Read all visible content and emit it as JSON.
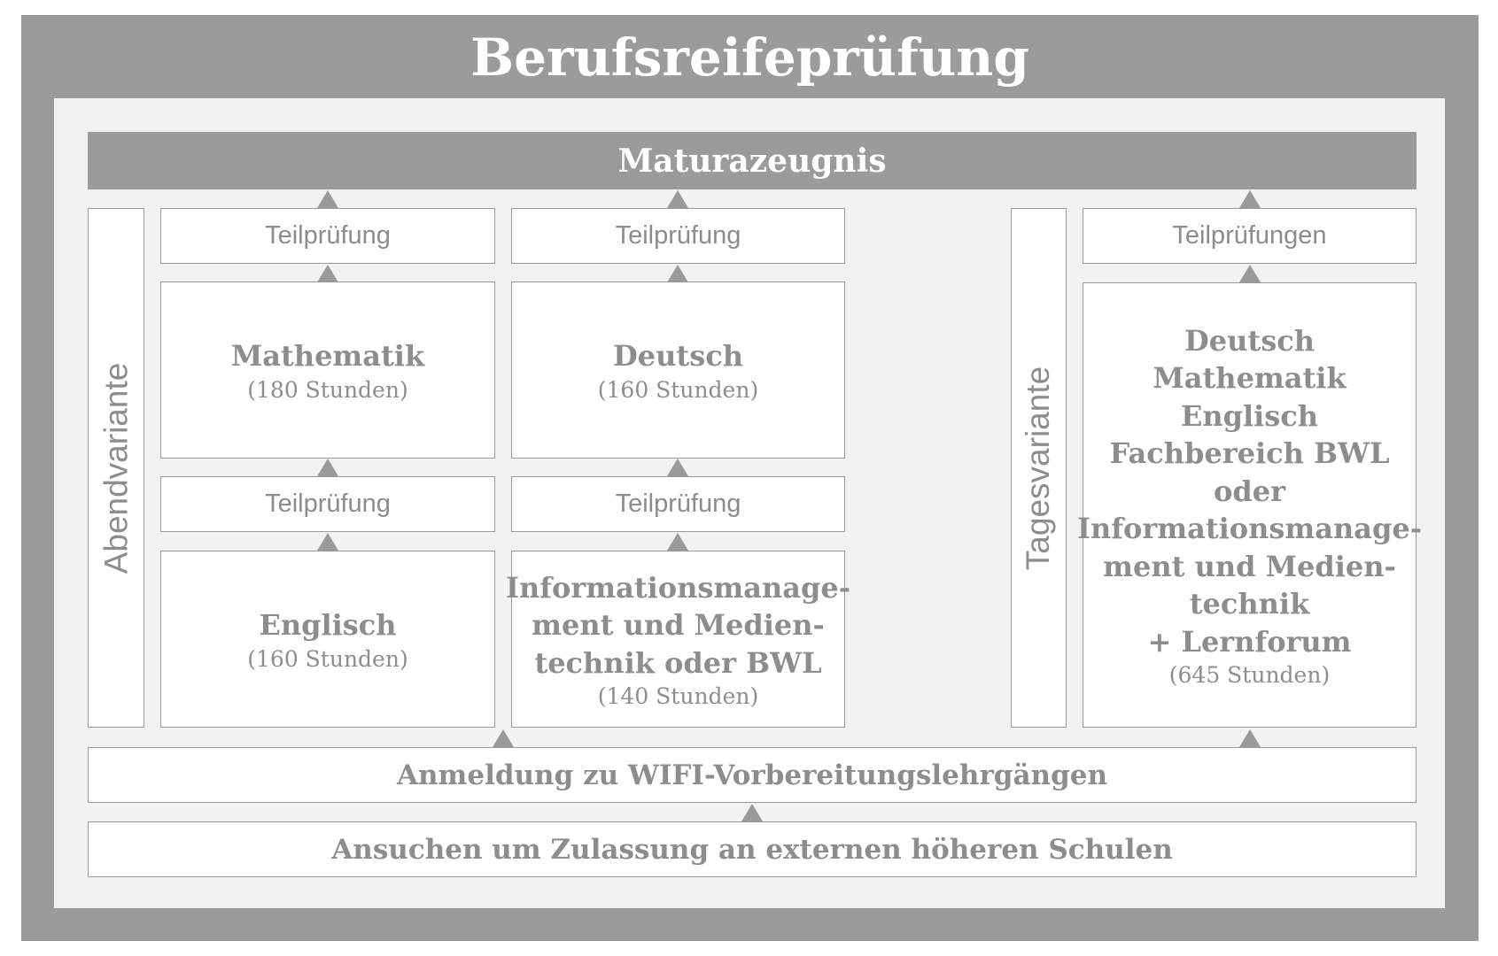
{
  "title": "Berufsreifeprüfung",
  "maturazeugnis": "Maturazeugnis",
  "abend": {
    "label": "Abendvariante",
    "col1": {
      "tp_top": "Teilprüfung",
      "subject_top": "Mathematik",
      "hours_top": "(180 Stunden)",
      "tp_mid": "Teilprüfung",
      "subject_bottom": "Englisch",
      "hours_bottom": "(160 Stunden)"
    },
    "col2": {
      "tp_top": "Teilprüfung",
      "subject_top": "Deutsch",
      "hours_top": "(160 Stunden)",
      "tp_mid": "Teilprüfung",
      "subject_bottom_lines": [
        "Informationsmanage-",
        "ment und Medien-",
        "technik oder BWL"
      ],
      "hours_bottom": "(140 Stunden)"
    }
  },
  "tages": {
    "label": "Tagesvariante",
    "tp": "Teilprüfungen",
    "subject_lines": [
      "Deutsch",
      "Mathematik",
      "Englisch",
      "Fachbereich BWL",
      "oder",
      "Informationsmanage-",
      "ment und Medien-",
      "technik",
      "+ Lernforum"
    ],
    "hours": "(645 Stunden)"
  },
  "anmeldung": "Anmeldung zu WIFI-Vorbereitungslehrgängen",
  "ansuchen": "Ansuchen um Zulassung an externen höheren Schulen",
  "colors": {
    "frame": "#9b9b9b",
    "inner": "#f2f2f2",
    "text": "#8c8c8c",
    "box": "#ffffff"
  }
}
